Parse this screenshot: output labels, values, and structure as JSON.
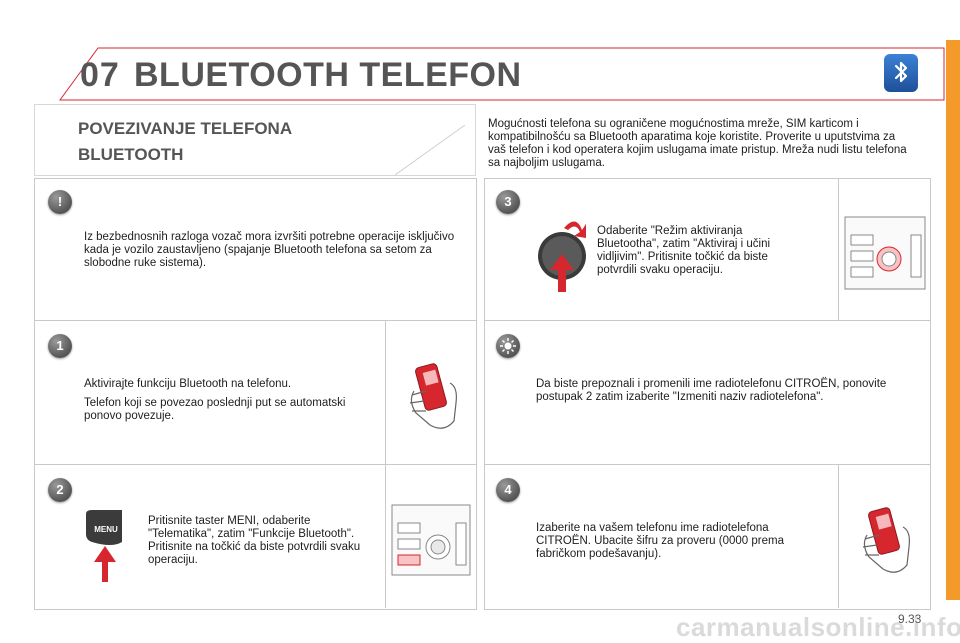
{
  "header": {
    "chapter_number": "07",
    "title": "BLUETOOTH TELEFON"
  },
  "section": {
    "title_line1": "POVEZIVANJE TELEFONA",
    "title_line2": "BLUETOOTH"
  },
  "intro": "Mogućnosti telefona su ograničene mogućnostima mreže, SIM karticom i kompatibilnošću sa Bluetooth aparatima koje koristite. Proverite u uputstvima za vaš telefon i kod operatera kojim uslugama imate pristup. Mreža nudi listu telefona sa najboljim uslugama.",
  "steps": {
    "warning": {
      "badge": "!",
      "text": "Iz bezbednosnih razloga vozač mora izvršiti potrebne operacije isključivo kada je vozilo zaustavljeno (spajanje Bluetooth telefona sa setom za slobodne ruke sistema)."
    },
    "step1": {
      "badge": "1",
      "text1": "Aktivirajte funkciju Bluetooth na telefonu.",
      "text2": "Telefon koji se povezao poslednji put se automatski ponovo povezuje."
    },
    "step2": {
      "badge": "2",
      "menu_label": "MENU",
      "text": "Pritisnite taster MENI, odaberite \"Telematika\", zatim \"Funkcije Bluetooth\". Pritisnite na točkić da biste potvrdili svaku operaciju."
    },
    "step3": {
      "badge": "3",
      "text": "Odaberite \"Režim aktiviranja Bluetootha\", zatim \"Aktiviraj i učini vidljivim\". Pritisnite točkić da biste potvrdili svaku operaciju."
    },
    "tip": {
      "text": "Da biste prepoznali i promenili ime radiotelefonu CITROËN, ponovite postupak 2 zatim izaberite \"Izmeniti naziv radiotelefona\"."
    },
    "step4": {
      "badge": "4",
      "text": "Izaberite na vašem telefonu ime radiotelefona CITROËN. Ubacite šifru za proveru (0000 prema fabričkom podešavanju)."
    }
  },
  "footer": {
    "page_number": "9.33",
    "watermark": "carmanualsonline.info"
  },
  "colors": {
    "title_gray": "#555555",
    "bluetooth_blue": "#2a6cc4",
    "orange_accent": "#f39a2b",
    "arrow_red": "#d6262e",
    "badge_gray": "#6d6d6d"
  },
  "icons": [
    "bluetooth-icon",
    "warning-icon",
    "lightbulb-icon",
    "menu-button-icon",
    "dial-knob-icon",
    "phone-in-hand-icon",
    "radio-panel-icon"
  ]
}
